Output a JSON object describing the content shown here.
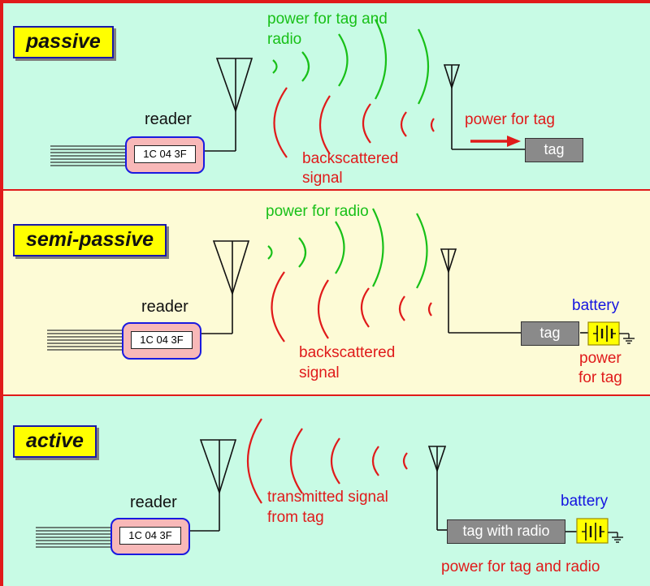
{
  "panels": {
    "passive": {
      "mode": "passive",
      "reader_label": "reader",
      "reader_code": "1C 04 3F",
      "forward_text_line1": "power for tag and",
      "forward_text_line2": "radio",
      "backscatter_line1": "backscattered",
      "backscatter_line2": "signal",
      "arrow_text": "power for tag",
      "tag_label": "tag"
    },
    "semi_passive": {
      "mode": "semi-passive",
      "reader_label": "reader",
      "reader_code": "1C 04 3F",
      "forward_text": "power for radio",
      "backscatter_line1": "backscattered",
      "backscatter_line2": "signal",
      "tag_label": "tag",
      "battery_label": "battery",
      "battery_note_line1": "power",
      "battery_note_line2": "for tag"
    },
    "active": {
      "mode": "active",
      "reader_label": "reader",
      "reader_code": "1C 04 3F",
      "transmit_line1": "transmitted signal",
      "transmit_line2": "from tag",
      "tag_label": "tag with radio",
      "battery_label": "battery",
      "battery_note": "power for tag and radio"
    }
  },
  "colors": {
    "border": "#e01a1a",
    "panel_green": "#c8fbe5",
    "panel_yellow": "#fdfbd6",
    "forward_wave": "#18c018",
    "back_wave": "#e01a1a",
    "battery_text": "#1414e0",
    "label_fill": "#ffff00"
  },
  "icons": [
    "antenna-icon",
    "battery-icon",
    "ground-icon",
    "arrow-right-icon",
    "cable-icon"
  ]
}
